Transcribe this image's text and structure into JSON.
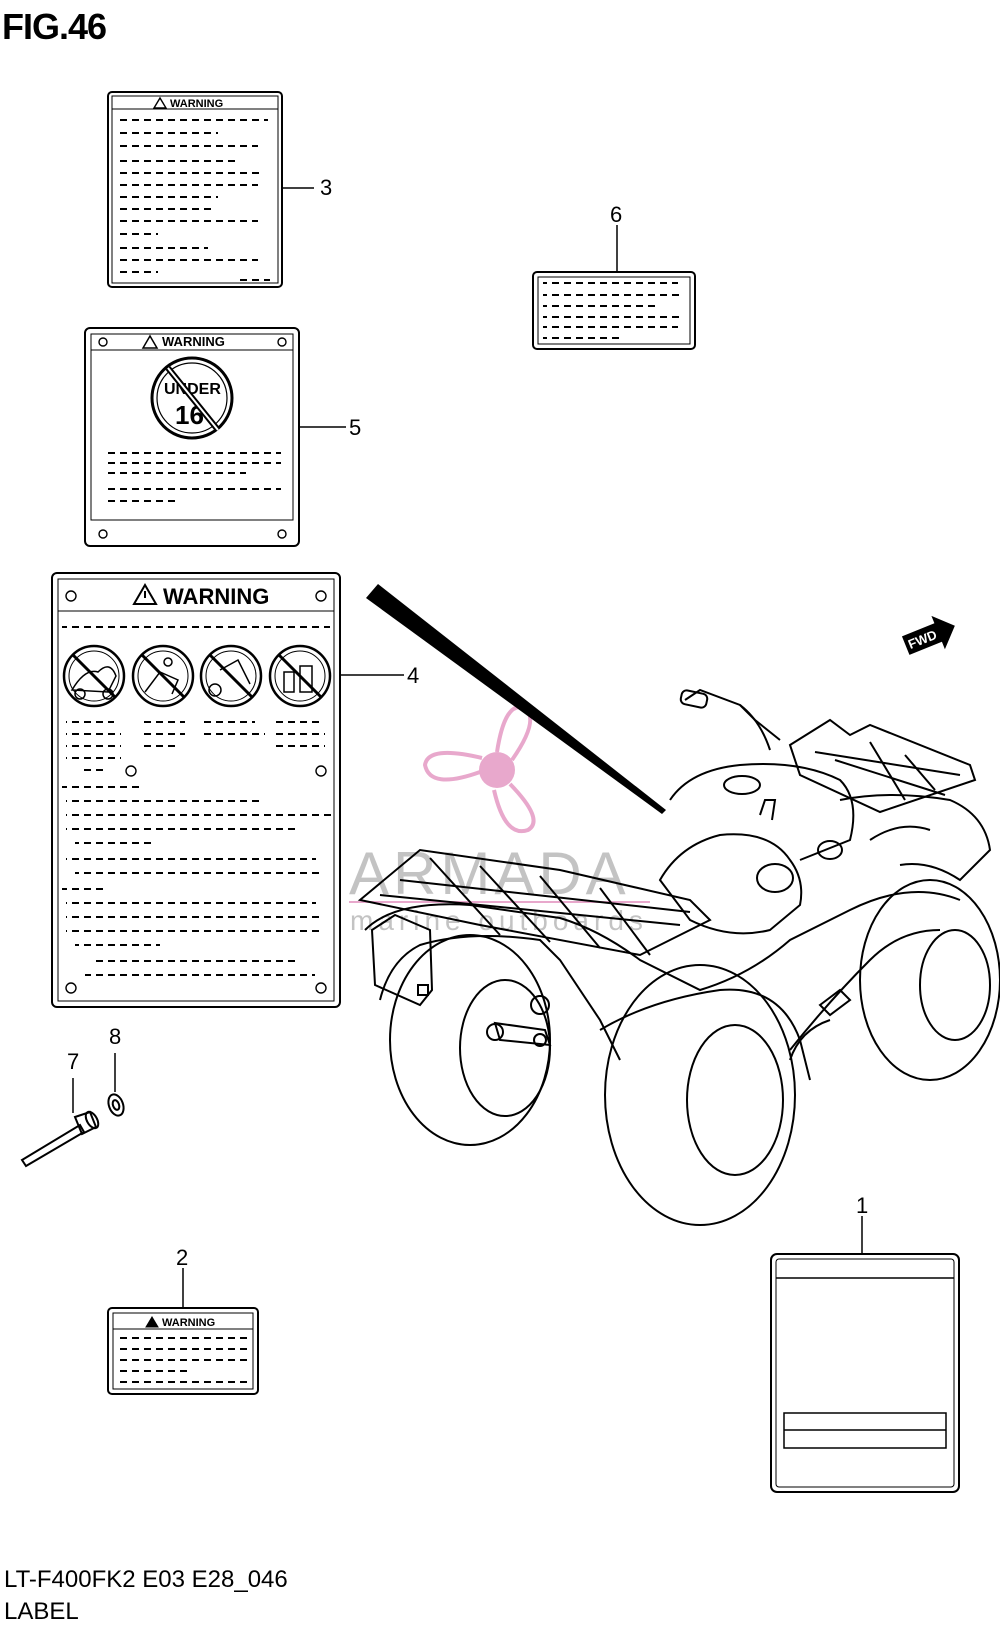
{
  "figure": {
    "title": "FIG.46",
    "model_code": "LT-F400FK2 E03 E28_046",
    "section_name": "LABEL"
  },
  "callouts": [
    "1",
    "2",
    "3",
    "4",
    "5",
    "6",
    "7",
    "8"
  ],
  "labels": {
    "warning_small": "WARNING",
    "warning_large": "WARNING",
    "under_text": "UNDER",
    "under_age": "16"
  },
  "fwd_marker": "FWD",
  "watermark": {
    "brand": "ARMADA",
    "tagline": "marine outboards",
    "color": "#e59ac4"
  }
}
